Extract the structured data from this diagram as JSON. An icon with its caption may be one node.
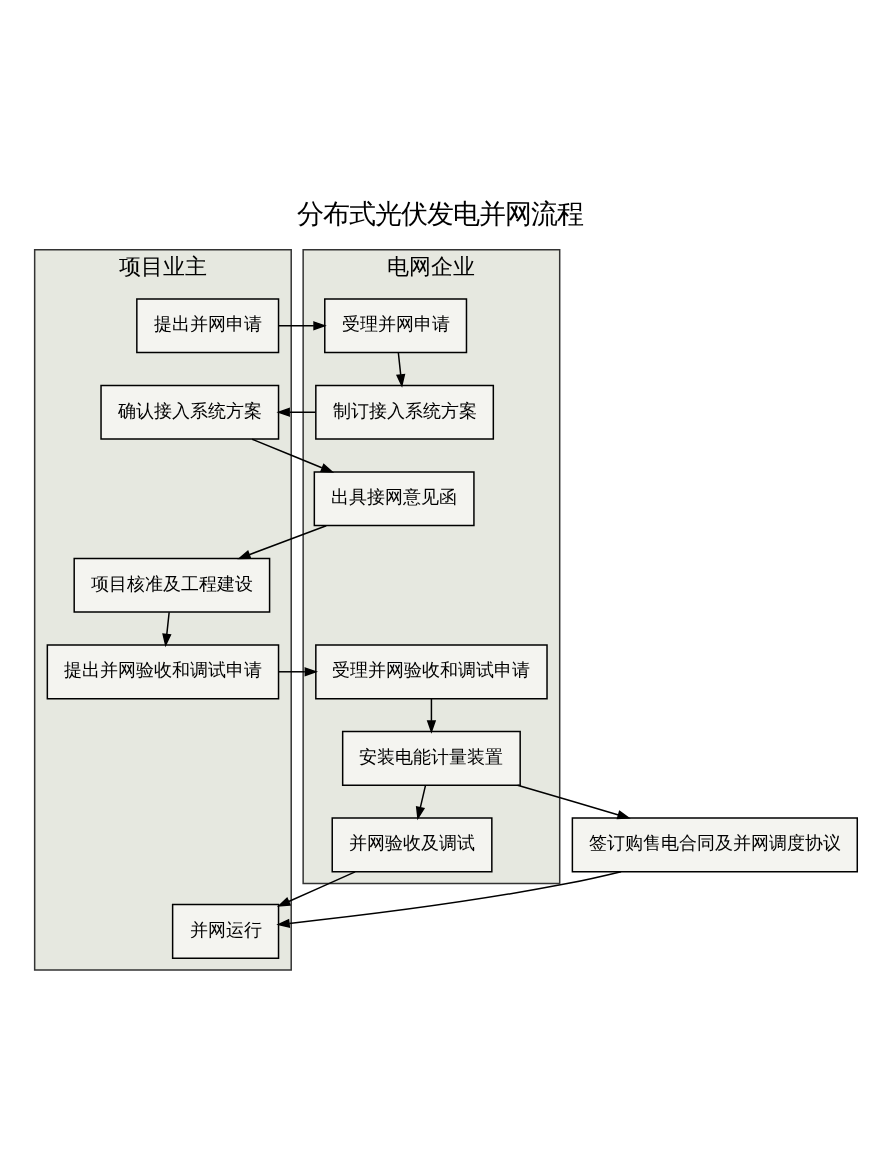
{
  "diagram": {
    "title": "分布式光伏发电并网流程",
    "nodes": [
      {
        "text": [
          "项目业主"
        ]
      },
      {
        "text": [
          "电网企业"
        ]
      },
      {
        "text": [
          "提出并网申请"
        ],
        "in": 0
      },
      {
        "text": [
          "受理并网申请"
        ],
        "in": 1
      },
      {
        "text": [
          "确认接入系统方案"
        ],
        "in": 0
      },
      {
        "text": [
          "制订接入系统方案"
        ],
        "in": 1
      },
      {
        "text": [
          "出具接网意见函"
        ],
        "in": 1
      },
      {
        "text": [
          "项目核准及工程建设"
        ],
        "in": 0
      },
      {
        "text": [
          "提出并网验收和调试申请"
        ],
        "in": 0
      },
      {
        "text": [
          "受理并网验收和调试申请"
        ],
        "in": 1
      },
      {
        "text": [
          "安装电能计量装置"
        ],
        "in": 1
      },
      {
        "text": [
          "签订购售电合同及并网调度协议"
        ]
      },
      {
        "text": [
          "并网验收及调试"
        ],
        "in": 1
      },
      {
        "text": [
          "并网运行"
        ],
        "in": 0
      }
    ],
    "edges": [
      {
        "from": 2,
        "to": 3,
        "arrow": "to"
      },
      {
        "from": 3,
        "to": 5,
        "arrow": "to"
      },
      {
        "from": 5,
        "to": 4,
        "arrow": "to"
      },
      {
        "from": 4,
        "to": 6,
        "arrow": "to"
      },
      {
        "from": 6,
        "to": 7,
        "arrow": "to"
      },
      {
        "from": 7,
        "to": 8,
        "arrow": "to"
      },
      {
        "from": 8,
        "to": 9,
        "arrow": "to"
      },
      {
        "from": 9,
        "to": 10,
        "arrow": "to"
      },
      {
        "from": 10,
        "to": 11,
        "arrow": "to"
      },
      {
        "from": 10,
        "to": 12,
        "arrow": "to"
      },
      {
        "from": 11,
        "to": 13,
        "arrow": "to"
      },
      {
        "from": 12,
        "to": 13,
        "arrow": "to"
      }
    ]
  }
}
